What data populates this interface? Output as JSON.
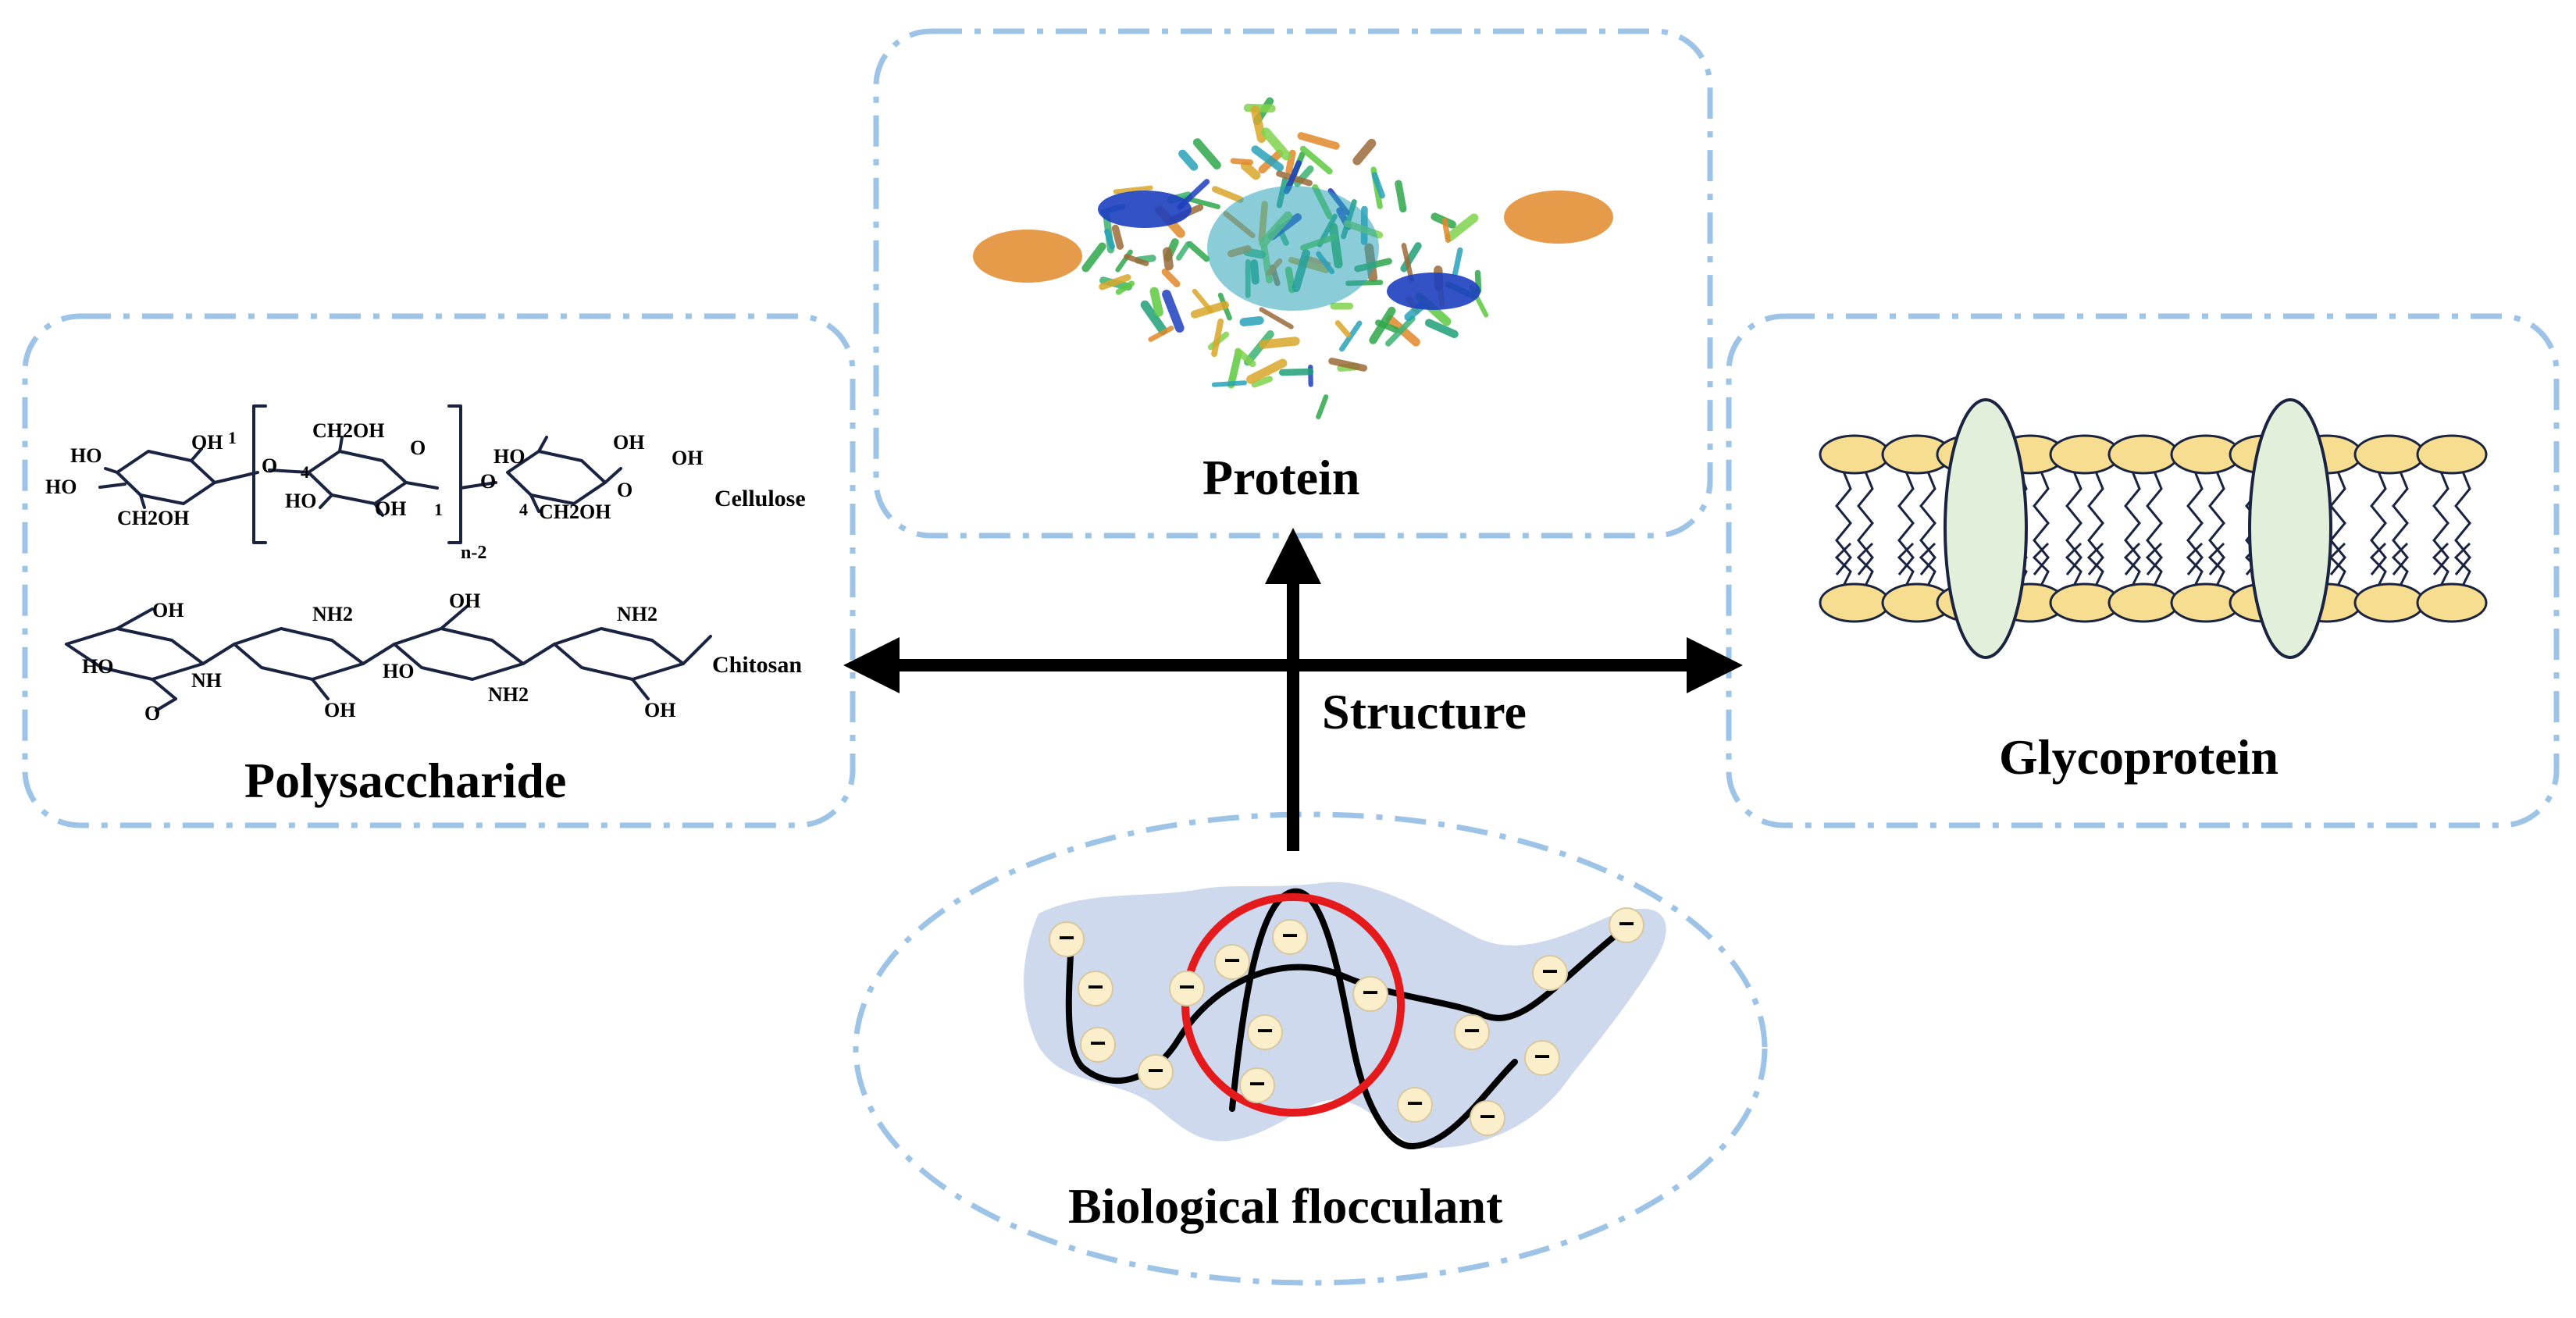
{
  "labels": {
    "protein": "Protein",
    "polysaccharide": "Polysaccharide",
    "glycoprotein": "Glycoprotein",
    "structure": "Structure",
    "flocculant": "Biological flocculant",
    "cellulose": "Cellulose",
    "chitosan": "Chitosan"
  },
  "chem": {
    "oh": "OH",
    "ho": "HO",
    "ch2oh": "CH2OH",
    "nh2": "NH2",
    "nh": "NH",
    "o": "O",
    "n2": "n-2",
    "one": "1",
    "four": "4"
  },
  "flocculant_charge": "−",
  "colors": {
    "box_dash": "#9dc3e6",
    "arrow": "#000000",
    "highlight_circle": "#e41a1c",
    "flocculant_blob": "#cfd9ee",
    "charge_bead": "#fbeecb",
    "membrane_head": "#f7dd8f",
    "membrane_protein": "#e2efda"
  }
}
